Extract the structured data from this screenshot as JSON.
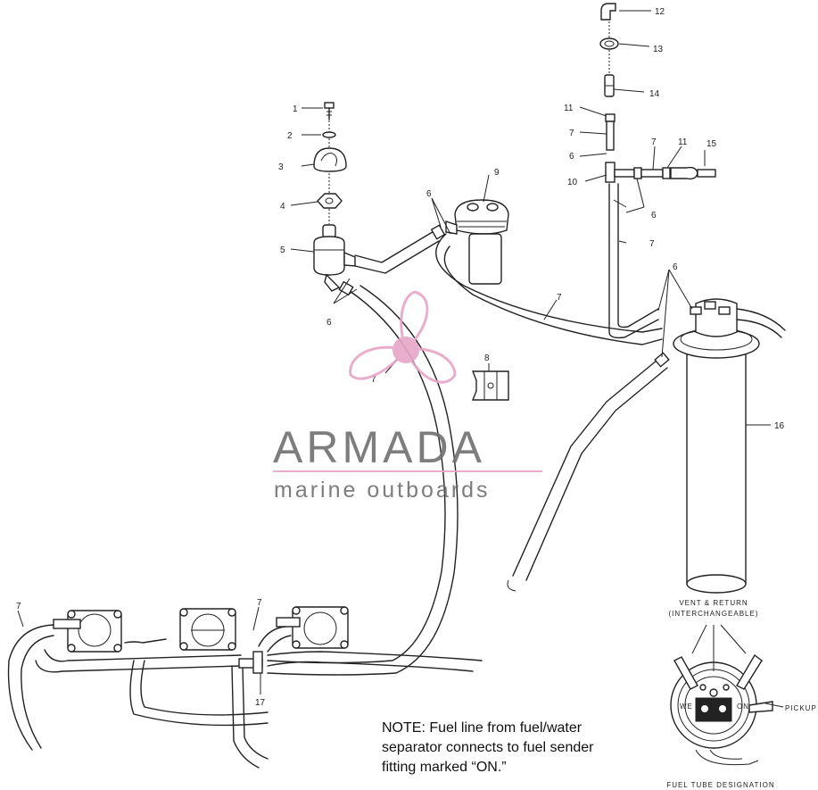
{
  "callouts": {
    "c1": "1",
    "c2": "2",
    "c3": "3",
    "c4": "4",
    "c5": "5",
    "c6a": "6",
    "c6b": "6",
    "c6c": "6",
    "c6d": "6",
    "c6e": "6",
    "c7a": "7",
    "c7b": "7",
    "c7c": "7",
    "c7d": "7",
    "c7e": "7",
    "c7f": "7",
    "c7g": "7",
    "c7h": "7",
    "c8": "8",
    "c9": "9",
    "c10": "10",
    "c11a": "11",
    "c11b": "11",
    "c12": "12",
    "c13": "13",
    "c14": "14",
    "c15": "15",
    "c16": "16",
    "c17": "17"
  },
  "inset": {
    "vent_line1": "VENT & RETURN",
    "vent_line2": "(INTERCHANGEABLE)",
    "pickup": "PICKUP",
    "fitting_left": "WE",
    "fitting_right": "ON",
    "caption": "FUEL TUBE DESIGNATION"
  },
  "note": {
    "line1": "NOTE:  Fuel line from fuel/water",
    "line2": "separator connects to fuel sender",
    "line3": "fitting marked “ON.”"
  },
  "watermark": {
    "brand": "ARMADA",
    "tagline": "marine outboards",
    "accent_color": "#e8a6c8"
  }
}
